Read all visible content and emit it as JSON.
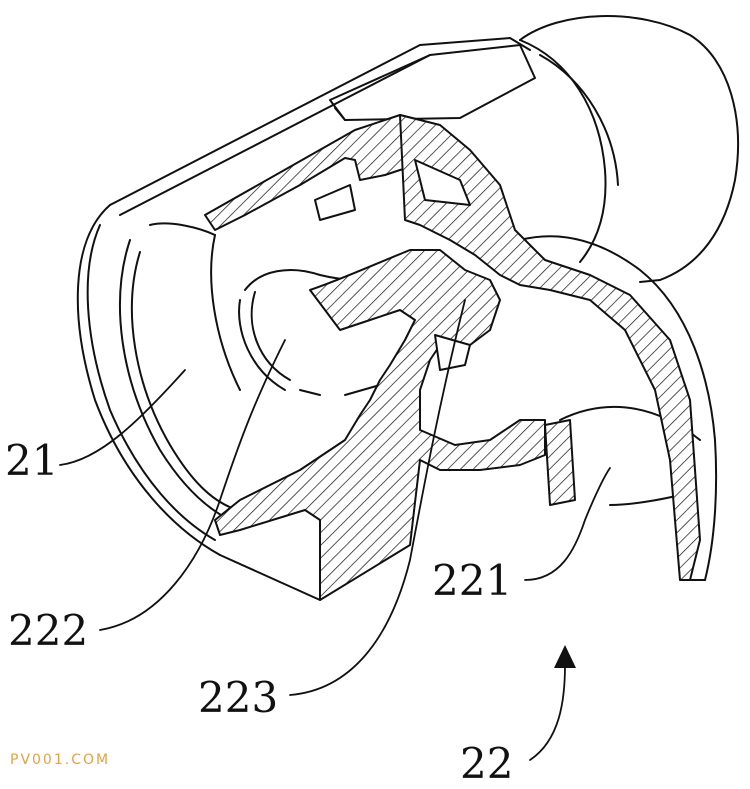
{
  "labels": {
    "part_21": "21",
    "part_22": "22",
    "part_221": "221",
    "part_222": "222",
    "part_223": "223"
  },
  "watermark": "PV001.COM",
  "colors": {
    "line": "#111111",
    "hatch": "#111111",
    "background": "#ffffff",
    "watermark": "#e8a043"
  }
}
